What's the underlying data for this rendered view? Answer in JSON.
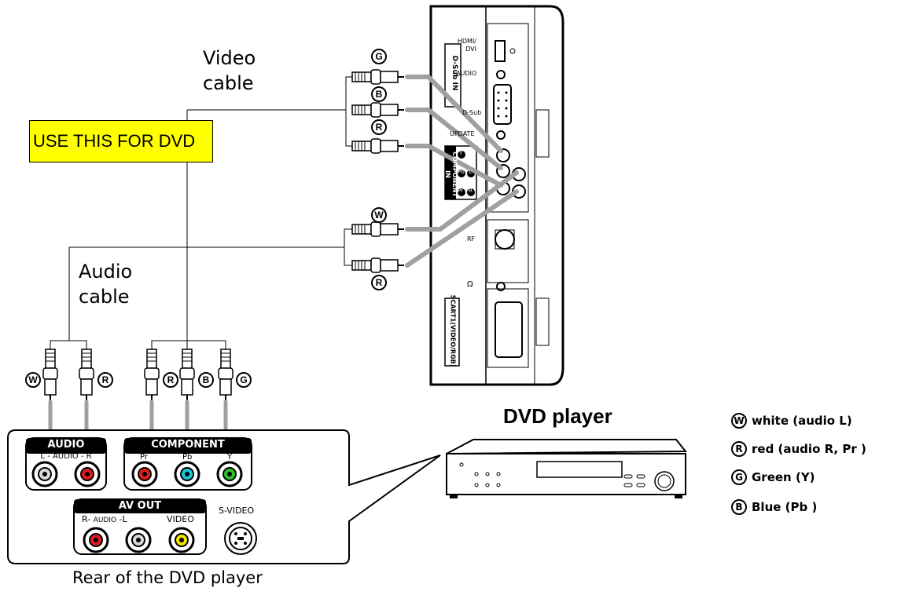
{
  "labels": {
    "video_cable": [
      "Video",
      "cable"
    ],
    "audio_cable": [
      "Audio",
      "cable"
    ],
    "use_this": "USE THIS FOR DVD",
    "dvd_player": "DVD player",
    "rear_caption": "Rear of the DVD player"
  },
  "tv_panel": {
    "hdmi": "HDMI/ DVI",
    "hdmi_1": "HDMI/",
    "hdmi_2": "DVI",
    "audio": "AUDIO",
    "dsub": "D-Sub",
    "dsub_in": "D-Sub IN",
    "update": "UPDATE",
    "component_in": "COMPONENT IN",
    "rf": "RF",
    "scart": "SCART1(VIDEO/RGB)",
    "comp_y": "Y",
    "comp_pb": "Pb",
    "comp_pr": "Pr",
    "comp_l": "L",
    "comp_r": "R"
  },
  "plug_badges": {
    "G": "G",
    "B": "B",
    "R": "R",
    "W": "W"
  },
  "rear_panel": {
    "audio_header": "AUDIO",
    "audio_sub_left": "L",
    "audio_sub": "AUDIO",
    "audio_sub_right": "R",
    "component_header": "COMPONENT",
    "comp_pr": "Pr",
    "comp_pb": "Pb",
    "comp_y": "Y",
    "av_out_header": "AV OUT",
    "av_r": "R-",
    "av_audio": "AUDIO",
    "av_l": "-L",
    "av_video": "VIDEO",
    "svideo": "S-VIDEO"
  },
  "legend": [
    {
      "badge": "W",
      "text": "white (audio L)"
    },
    {
      "badge": "R",
      "text": "red (audio R, Pr )"
    },
    {
      "badge": "G",
      "text": "Green (Y)"
    },
    {
      "badge": "B",
      "text": "Blue (Pb )"
    }
  ],
  "colors": {
    "highlight": "#ffff00",
    "cable_grey": "#a0a0a0",
    "jack_red": "#e21a1a",
    "jack_cyan": "#19c6d6",
    "jack_green": "#2bc02b",
    "jack_yellow": "#f2e200"
  }
}
